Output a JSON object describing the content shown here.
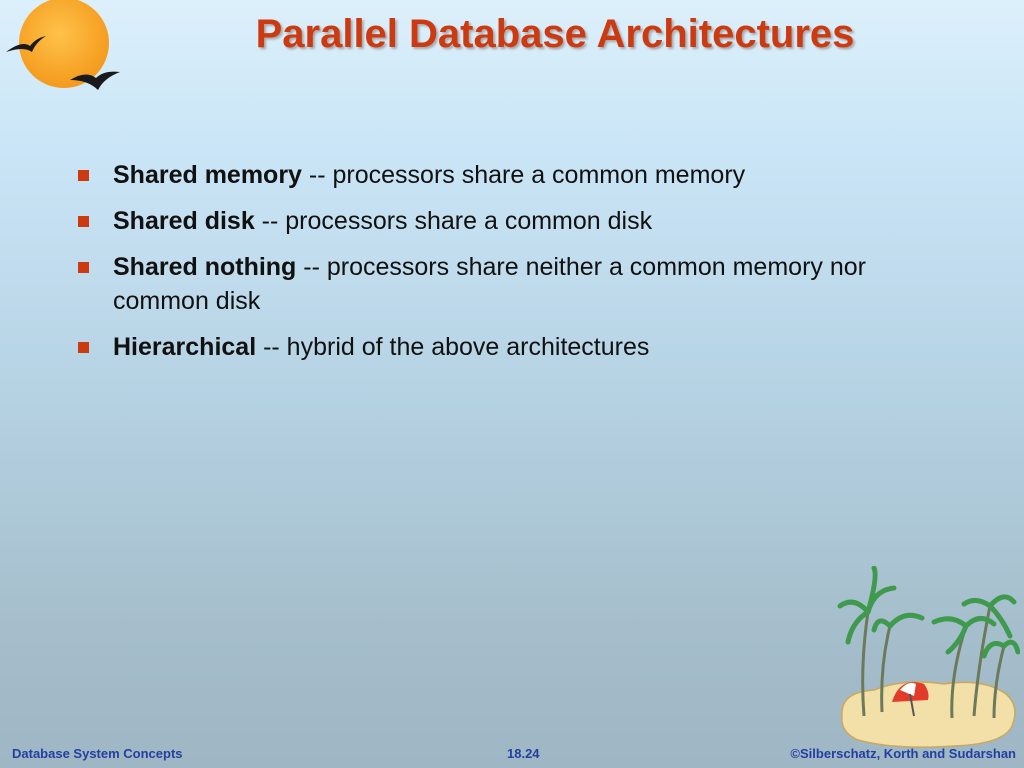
{
  "slide": {
    "title": "Parallel Database Architectures",
    "bullets": [
      {
        "term": "Shared memory",
        "text": " -- processors share a common memory"
      },
      {
        "term": "Shared disk",
        "text": " -- processors share a common disk"
      },
      {
        "term": "Shared nothing",
        "text": " -- processors share neither a common memory nor common disk"
      },
      {
        "term": "Hierarchical",
        "text": " -- hybrid of the above architectures"
      }
    ],
    "footer": {
      "left": "Database System Concepts",
      "center": "18.24",
      "right": "©Silberschatz, Korth and Sudarshan"
    }
  },
  "colors": {
    "title": "#cc3a12",
    "bullet_marker": "#cc3a12",
    "footer": "#2340a0",
    "sun": "#f5a623"
  },
  "icons": {
    "sun": "sun-with-birds-icon",
    "island": "palm-island-umbrella-icon"
  }
}
